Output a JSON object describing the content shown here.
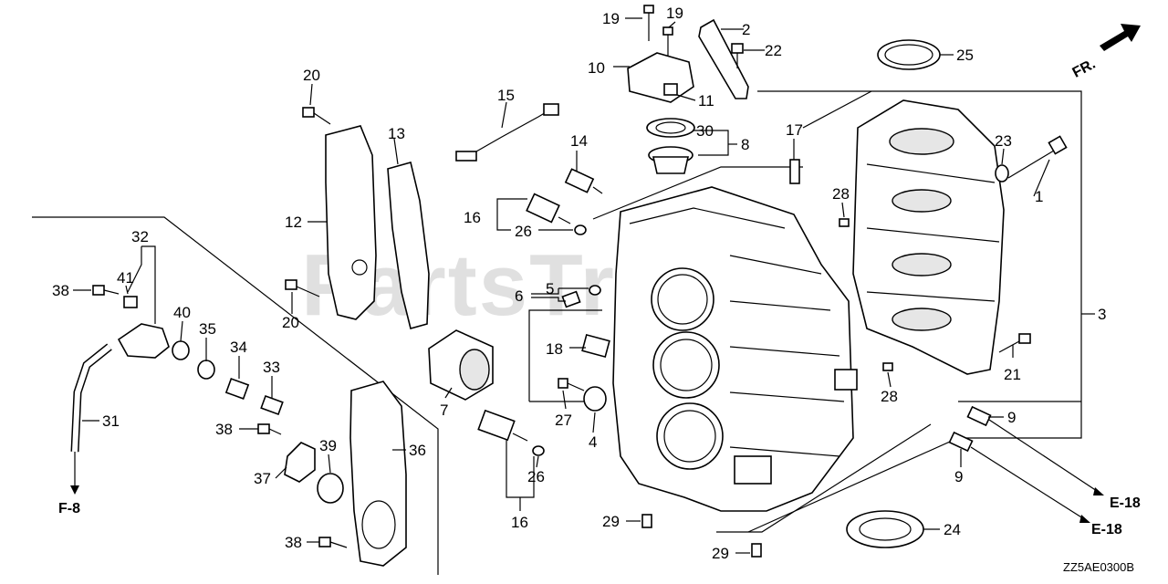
{
  "diagram": {
    "code": "ZZ5AE0300B",
    "watermark": "PartsTree",
    "direction_label": "FR.",
    "references": {
      "f8": "F-8",
      "e18_top": "E-18",
      "e18_bottom": "E-18"
    },
    "callouts": [
      {
        "id": "c19a",
        "text": "19"
      },
      {
        "id": "c19b",
        "text": "19"
      },
      {
        "id": "c2",
        "text": "2"
      },
      {
        "id": "c22",
        "text": "22"
      },
      {
        "id": "c10",
        "text": "10"
      },
      {
        "id": "c11",
        "text": "11"
      },
      {
        "id": "c25",
        "text": "25"
      },
      {
        "id": "c20a",
        "text": "20"
      },
      {
        "id": "c15",
        "text": "15"
      },
      {
        "id": "c30",
        "text": "30"
      },
      {
        "id": "c8",
        "text": "8"
      },
      {
        "id": "c13",
        "text": "13"
      },
      {
        "id": "c17",
        "text": "17"
      },
      {
        "id": "c23",
        "text": "23"
      },
      {
        "id": "c14",
        "text": "14"
      },
      {
        "id": "c1",
        "text": "1"
      },
      {
        "id": "c28a",
        "text": "28"
      },
      {
        "id": "c12",
        "text": "12"
      },
      {
        "id": "c16a",
        "text": "16"
      },
      {
        "id": "c26a",
        "text": "26"
      },
      {
        "id": "c32",
        "text": "32"
      },
      {
        "id": "c41",
        "text": "41"
      },
      {
        "id": "c38a",
        "text": "38"
      },
      {
        "id": "c5",
        "text": "5"
      },
      {
        "id": "c6",
        "text": "6"
      },
      {
        "id": "c20b",
        "text": "20"
      },
      {
        "id": "c40",
        "text": "40"
      },
      {
        "id": "c35",
        "text": "35"
      },
      {
        "id": "c3",
        "text": "3"
      },
      {
        "id": "c18",
        "text": "18"
      },
      {
        "id": "c34",
        "text": "34"
      },
      {
        "id": "c33",
        "text": "33"
      },
      {
        "id": "c21",
        "text": "21"
      },
      {
        "id": "c31",
        "text": "31"
      },
      {
        "id": "c7",
        "text": "7"
      },
      {
        "id": "c28b",
        "text": "28"
      },
      {
        "id": "c27",
        "text": "27"
      },
      {
        "id": "c9a",
        "text": "9"
      },
      {
        "id": "c4",
        "text": "4"
      },
      {
        "id": "c38b",
        "text": "38"
      },
      {
        "id": "c39",
        "text": "39"
      },
      {
        "id": "c36",
        "text": "36"
      },
      {
        "id": "c26b",
        "text": "26"
      },
      {
        "id": "c37",
        "text": "37"
      },
      {
        "id": "c9b",
        "text": "9"
      },
      {
        "id": "c16b",
        "text": "16"
      },
      {
        "id": "c29a",
        "text": "29"
      },
      {
        "id": "c24",
        "text": "24"
      },
      {
        "id": "c38c",
        "text": "38"
      },
      {
        "id": "c29b",
        "text": "29"
      }
    ]
  }
}
